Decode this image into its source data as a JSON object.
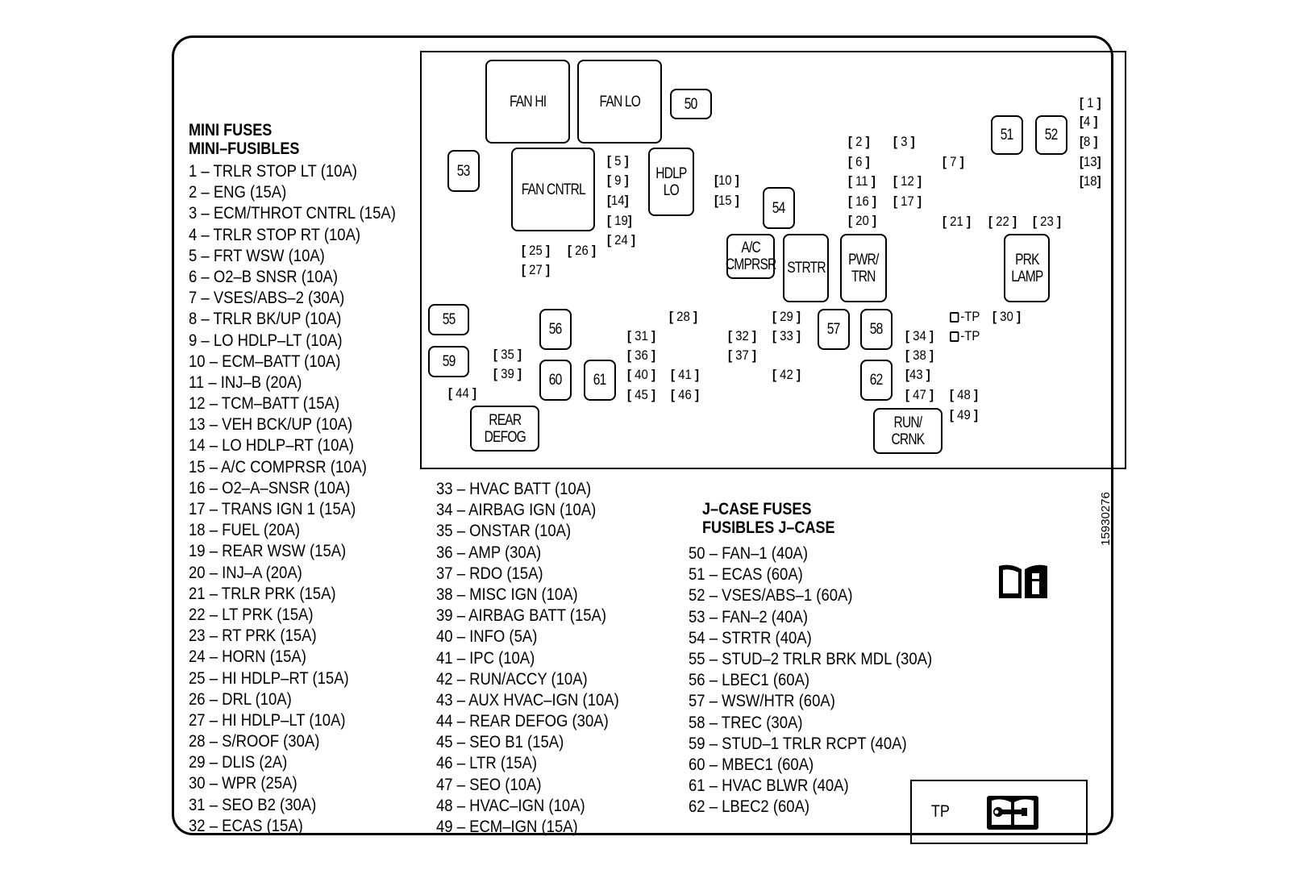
{
  "diagram": {
    "relays": [
      {
        "id": "fan-hi",
        "label": "FAN HI"
      },
      {
        "id": "fan-lo",
        "label": "FAN LO"
      },
      {
        "id": "fan-cntrl",
        "label": "FAN CNTRL"
      },
      {
        "id": "hdlp-lo",
        "label": "HDLP\nLO"
      },
      {
        "id": "ac-cmprsr",
        "label": "A/C\nCMPRSR"
      },
      {
        "id": "strtr",
        "label": "STRTR"
      },
      {
        "id": "pwr-trn",
        "label": "PWR/\nTRN"
      },
      {
        "id": "prk-lamp",
        "label": "PRK\nLAMP"
      },
      {
        "id": "rear-defog",
        "label": "REAR\nDEFOG"
      },
      {
        "id": "run-crnk",
        "label": "RUN/\nCRNK"
      }
    ],
    "jcase_fuses": [
      "50",
      "51",
      "52",
      "53",
      "54",
      "55",
      "56",
      "57",
      "58",
      "59",
      "60",
      "61",
      "62"
    ],
    "mini_fuses": [
      "1",
      "2",
      "3",
      "4",
      "5",
      "6",
      "7",
      "8",
      "9",
      "10",
      "11",
      "12",
      "13",
      "14",
      "15",
      "16",
      "17",
      "18",
      "19",
      "20",
      "21",
      "22",
      "23",
      "24",
      "25",
      "26",
      "27",
      "28",
      "29",
      "30",
      "31",
      "32",
      "33",
      "34",
      "35",
      "36",
      "37",
      "38",
      "39",
      "40",
      "41",
      "42",
      "43",
      "44",
      "45",
      "46",
      "47",
      "48",
      "49"
    ],
    "tp_label": "TP"
  },
  "mini_fuses_heading": [
    "MINI FUSES",
    "MINI–FUSIBLES"
  ],
  "mini_fuse_list_col1": [
    "1 – TRLR STOP LT (10A)",
    "2 – ENG (15A)",
    "3 – ECM/THROT CNTRL  (15A)",
    "4 – TRLR STOP RT (10A)",
    "5 – FRT WSW (10A)",
    "6 – O2–B SNSR (10A)",
    "7 – VSES/ABS–2 (30A)",
    "8 – TRLR BK/UP (10A)",
    "9 – LO HDLP–LT (10A)",
    "10 – ECM–BATT (10A)",
    "11 – INJ–B (20A)",
    "12 – TCM–BATT (15A)",
    "13 – VEH BCK/UP (10A)",
    "14 – LO HDLP–RT (10A)",
    "15 – A/C COMPRSR  (10A)",
    "16 – O2–A–SNSR (10A)",
    "17 – TRANS IGN 1 (15A)",
    "18 – FUEL (20A)",
    "19 – REAR WSW (15A)",
    "20 – INJ–A (20A)",
    "21 – TRLR PRK (15A)",
    "22 – LT PRK (15A)",
    "23 – RT PRK (15A)",
    "24 – HORN (15A)",
    "25 – HI HDLP–RT (15A)",
    "26 – DRL (10A)",
    "27 – HI HDLP–LT (10A)",
    "28 – S/ROOF (30A)",
    "29 – DLIS (2A)",
    "30 – WPR (25A)",
    "31 – SEO B2 (30A)",
    "32 – ECAS (15A)"
  ],
  "mini_fuse_list_col2": [
    "33 – HVAC BATT (10A)",
    "34 – AIRBAG IGN (10A)",
    "35 – ONSTAR (10A)",
    "36 – AMP (30A)",
    "37 – RDO (15A)",
    "38 – MISC IGN (10A)",
    "39 – AIRBAG BATT (15A)",
    "40 – INFO (5A)",
    "41 – IPC (10A)",
    "42 – RUN/ACCY (10A)",
    "43 – AUX HVAC–IGN (10A)",
    "44 – REAR DEFOG (30A)",
    "45 – SEO B1 (15A)",
    "46 – LTR (15A)",
    "47 – SEO (10A)",
    "48 – HVAC–IGN (10A)",
    "49 – ECM–IGN (15A)"
  ],
  "jcase_heading": [
    "J–CASE FUSES",
    "FUSIBLES J–CASE"
  ],
  "jcase_list": [
    "50 – FAN–1 (40A)",
    "51 – ECAS (60A)",
    "52 – VSES/ABS–1 (60A)",
    "53 – FAN–2 (40A)",
    "54 – STRTR (40A)",
    "55 – STUD–2 TRLR BRK MDL (30A)",
    "56 – LBEC1 (60A)",
    "57 – WSW/HTR (60A)",
    "58 – TREC (30A)",
    "59 – STUD–1 TRLR RCPT (40A)",
    "60 – MBEC1 (60A)",
    "61 – HVAC BLWR (40A)",
    "62 – LBEC2 (60A)"
  ],
  "part_number": "15930276",
  "tp_box_label": "TP",
  "icons": [
    "owner-manual-info-icon",
    "service-manual-wrench-icon"
  ]
}
